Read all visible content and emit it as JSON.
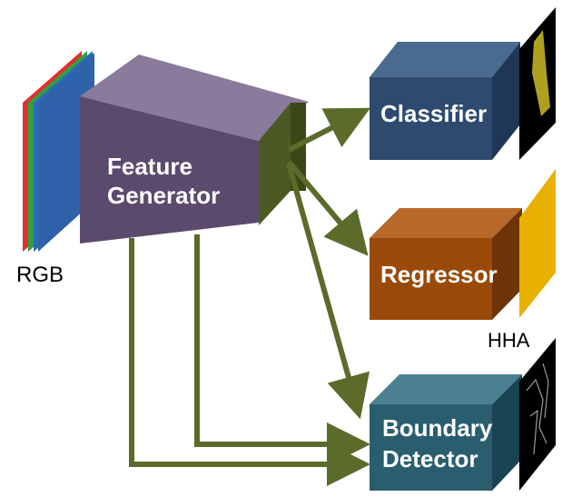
{
  "labels": {
    "rgb": "RGB",
    "hha": "HHA",
    "feature_generator_line1": "Feature",
    "feature_generator_line2": "Generator",
    "classifier": "Classifier",
    "regressor": "Regressor",
    "boundary_detector_line1": "Boundary",
    "boundary_detector_line2": "Detector"
  },
  "colors": {
    "feature_generator": "#5b4a6e",
    "feature_generator_top": "#8a7a9c",
    "feature_map": "#4a5a22",
    "arrow": "#5a6b2a",
    "classifier": "#2e4a6e",
    "classifier_top": "#4a6a90",
    "classifier_side": "#1f3656",
    "regressor": "#9a4a08",
    "regressor_top": "#b86a2a",
    "regressor_side": "#6e3406",
    "boundary_detector": "#2a5e6e",
    "boundary_detector_top": "#4a8090",
    "boundary_detector_side": "#1a4452",
    "rgb_red": "#e03030",
    "rgb_green": "#30a040",
    "rgb_blue": "#2a6bb8",
    "hha": "#e8b000",
    "output_map_bg": "#000000",
    "segmentation_mask": "#b0a020"
  }
}
